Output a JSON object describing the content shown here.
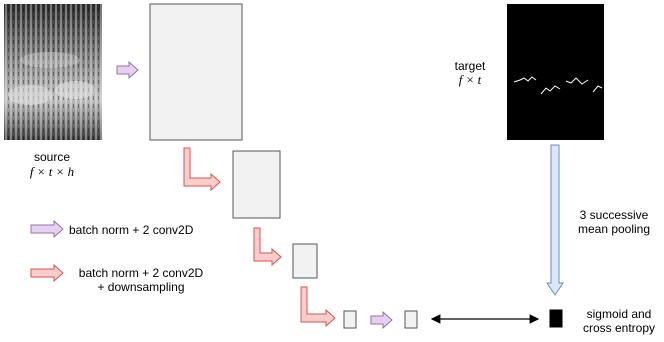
{
  "source": {
    "label": "source",
    "dims": "f × t × h"
  },
  "target": {
    "label": "target",
    "dims": "f × t"
  },
  "legend": {
    "conv": "batch norm + 2 conv2D",
    "down_line1": "batch norm + 2 conv2D",
    "down_line2": "+ downsampling"
  },
  "pooling": {
    "line1": "3 successive",
    "line2": "mean pooling"
  },
  "loss": {
    "line1": "sigmoid and",
    "line2": "cross entropy"
  },
  "colors": {
    "conv_arrow_fill": "#e6d0f0",
    "conv_arrow_stroke": "#9673a6",
    "down_arrow_fill": "#f8cecc",
    "down_arrow_stroke": "#d9534f",
    "pool_arrow_fill": "#dae8fc",
    "pool_arrow_stroke": "#6c8ebf",
    "block_fill": "#f2f2f2",
    "block_stroke": "#555555"
  }
}
